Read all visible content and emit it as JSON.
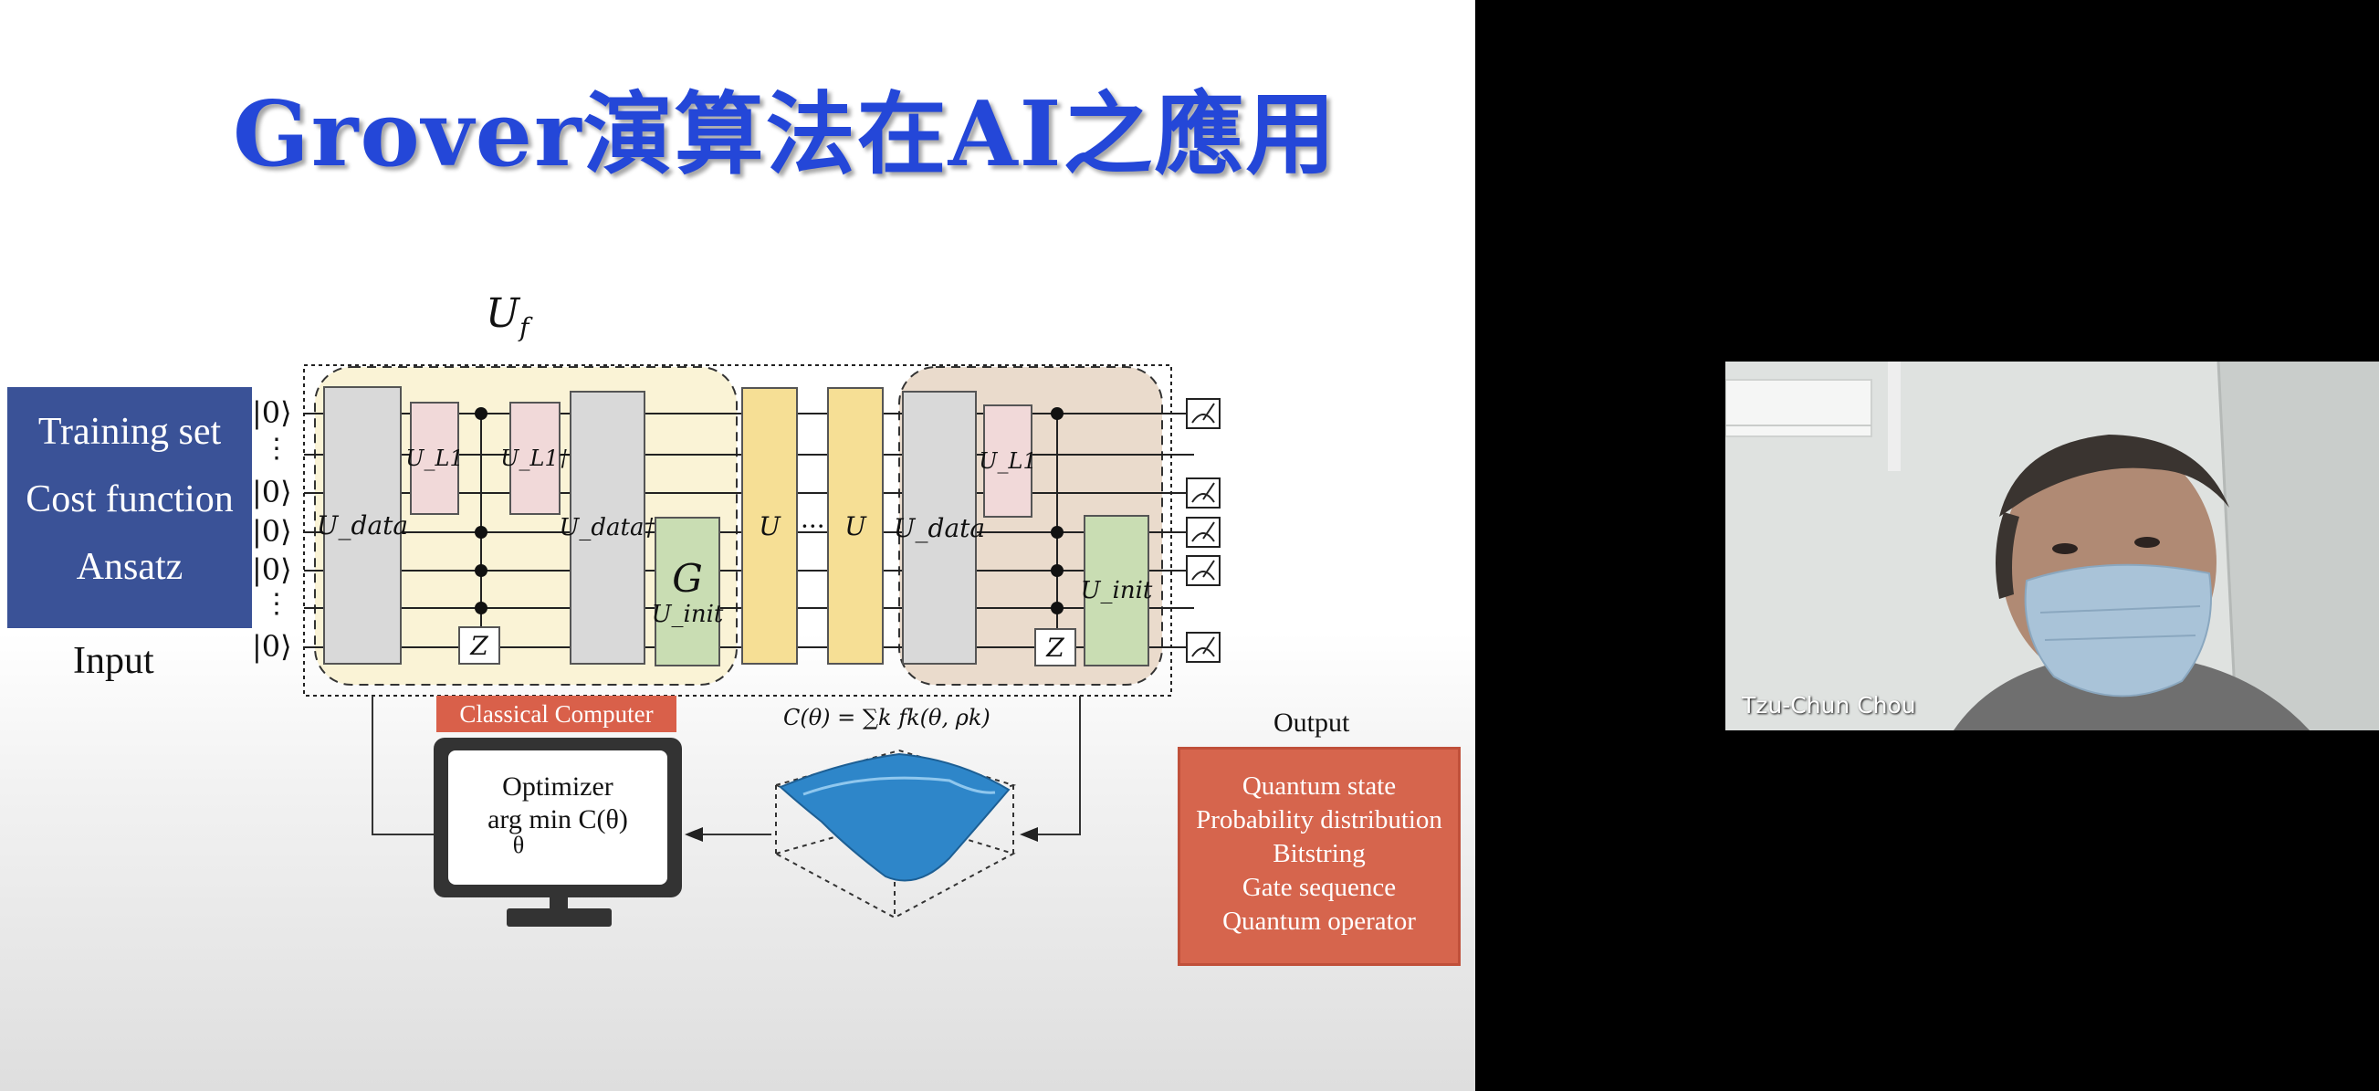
{
  "slide": {
    "title": "Grover演算法在AI之應用",
    "input": {
      "items": [
        "Training set",
        "Cost function",
        "Ansatz"
      ],
      "label": "Input"
    },
    "circuit": {
      "uf_label": "U_f",
      "kets": [
        "|0⟩",
        "⋮",
        "|0⟩",
        "|0⟩",
        "|0⟩",
        "⋮",
        "|0⟩"
      ],
      "gates": {
        "u_data": "U_data",
        "u_l1": "U_L1",
        "u_l1_dagger": "U_L1†",
        "u_data_dagger": "U_data†",
        "g": "G",
        "u_init": "U_init",
        "u": "U",
        "z": "Z",
        "ellipsis": "···"
      }
    },
    "classical_computer": {
      "tag": "Classical Computer",
      "optimizer_line1": "Optimizer",
      "optimizer_line2": "arg min C(θ)",
      "optimizer_line3": "θ"
    },
    "cost_formula": "C(θ) = ∑k fk(θ, ρk)",
    "output": {
      "label": "Output",
      "items": [
        "Quantum state",
        "Probability distribution",
        "Bitstring",
        "Gate sequence",
        "Quantum operator"
      ]
    }
  },
  "video": {
    "participant_name": "Tzu-Chun Chou"
  },
  "colors": {
    "title": "#2447d8",
    "input_box": "#3a5297",
    "output_box": "#d6654d",
    "classical_tag": "#d9604a",
    "u_data_gate": "#d9d9d9",
    "u_l_gate": "#f1d9d9",
    "u_init_gate": "#c9ddb3",
    "u_gate": "#f6df95",
    "left_region": "#faf3d6",
    "right_region": "#eadbcc"
  }
}
